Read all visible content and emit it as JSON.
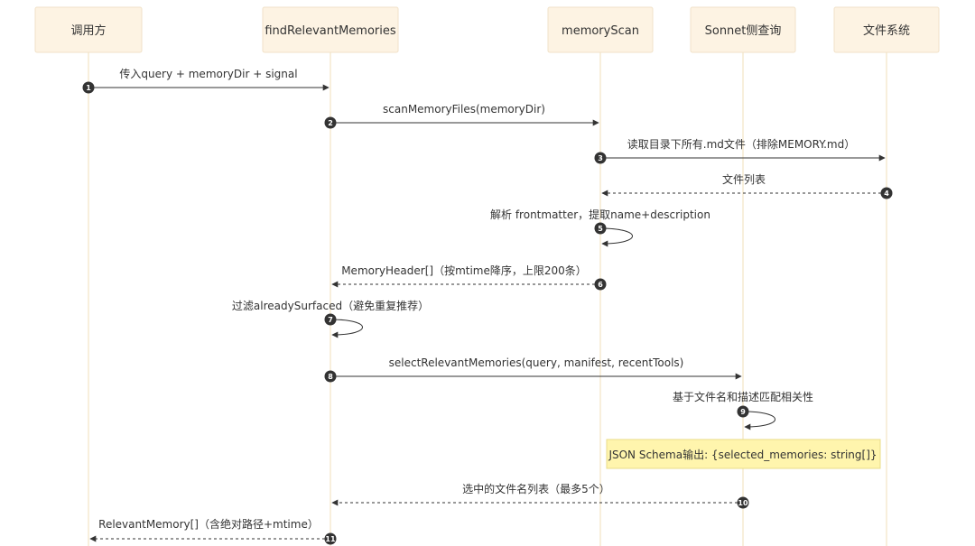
{
  "participants": [
    {
      "id": "caller",
      "label": "调用方"
    },
    {
      "id": "frm",
      "label": "findRelevantMemories"
    },
    {
      "id": "scan",
      "label": "memoryScan"
    },
    {
      "id": "sonnet",
      "label": "Sonnet侧查询"
    },
    {
      "id": "fs",
      "label": "文件系统"
    }
  ],
  "messages": [
    {
      "n": "1",
      "from": "caller",
      "to": "frm",
      "style": "solid",
      "label": "传入query + memoryDir + signal"
    },
    {
      "n": "2",
      "from": "frm",
      "to": "scan",
      "style": "solid",
      "label": "scanMemoryFiles(memoryDir)"
    },
    {
      "n": "3",
      "from": "scan",
      "to": "fs",
      "style": "solid",
      "label": "读取目录下所有.md文件（排除MEMORY.md）"
    },
    {
      "n": "4",
      "from": "fs",
      "to": "scan",
      "style": "dashed",
      "label": "文件列表"
    },
    {
      "n": "5",
      "from": "scan",
      "to": "scan",
      "style": "self",
      "label": "解析 frontmatter，提取name+description"
    },
    {
      "n": "6",
      "from": "scan",
      "to": "frm",
      "style": "dashed",
      "label": "MemoryHeader[]（按mtime降序，上限200条）"
    },
    {
      "n": "7",
      "from": "frm",
      "to": "frm",
      "style": "self",
      "label": "过滤alreadySurfaced（避免重复推荐）"
    },
    {
      "n": "8",
      "from": "frm",
      "to": "sonnet",
      "style": "solid",
      "label": "selectRelevantMemories(query, manifest, recentTools)"
    },
    {
      "n": "9",
      "from": "sonnet",
      "to": "sonnet",
      "style": "self",
      "label": "基于文件名和描述匹配相关性"
    },
    {
      "n": "10",
      "from": "sonnet",
      "to": "frm",
      "style": "dashed",
      "label": "选中的文件名列表（最多5个）"
    },
    {
      "n": "11",
      "from": "frm",
      "to": "caller",
      "style": "dashed",
      "label": "RelevantMemory[]（含绝对路径+mtime）"
    }
  ],
  "notes": [
    {
      "over": "sonnet",
      "label": "JSON Schema输出: {selected_memories: string[]}"
    }
  ],
  "colors": {
    "actor_fill": "#fdf3e3",
    "actor_border": "#f1e2c8",
    "lifeline": "#f1dfba",
    "arrow": "#333333",
    "note_fill": "#fff5ad",
    "note_border": "#e8dc8a",
    "badge": "#333333"
  }
}
